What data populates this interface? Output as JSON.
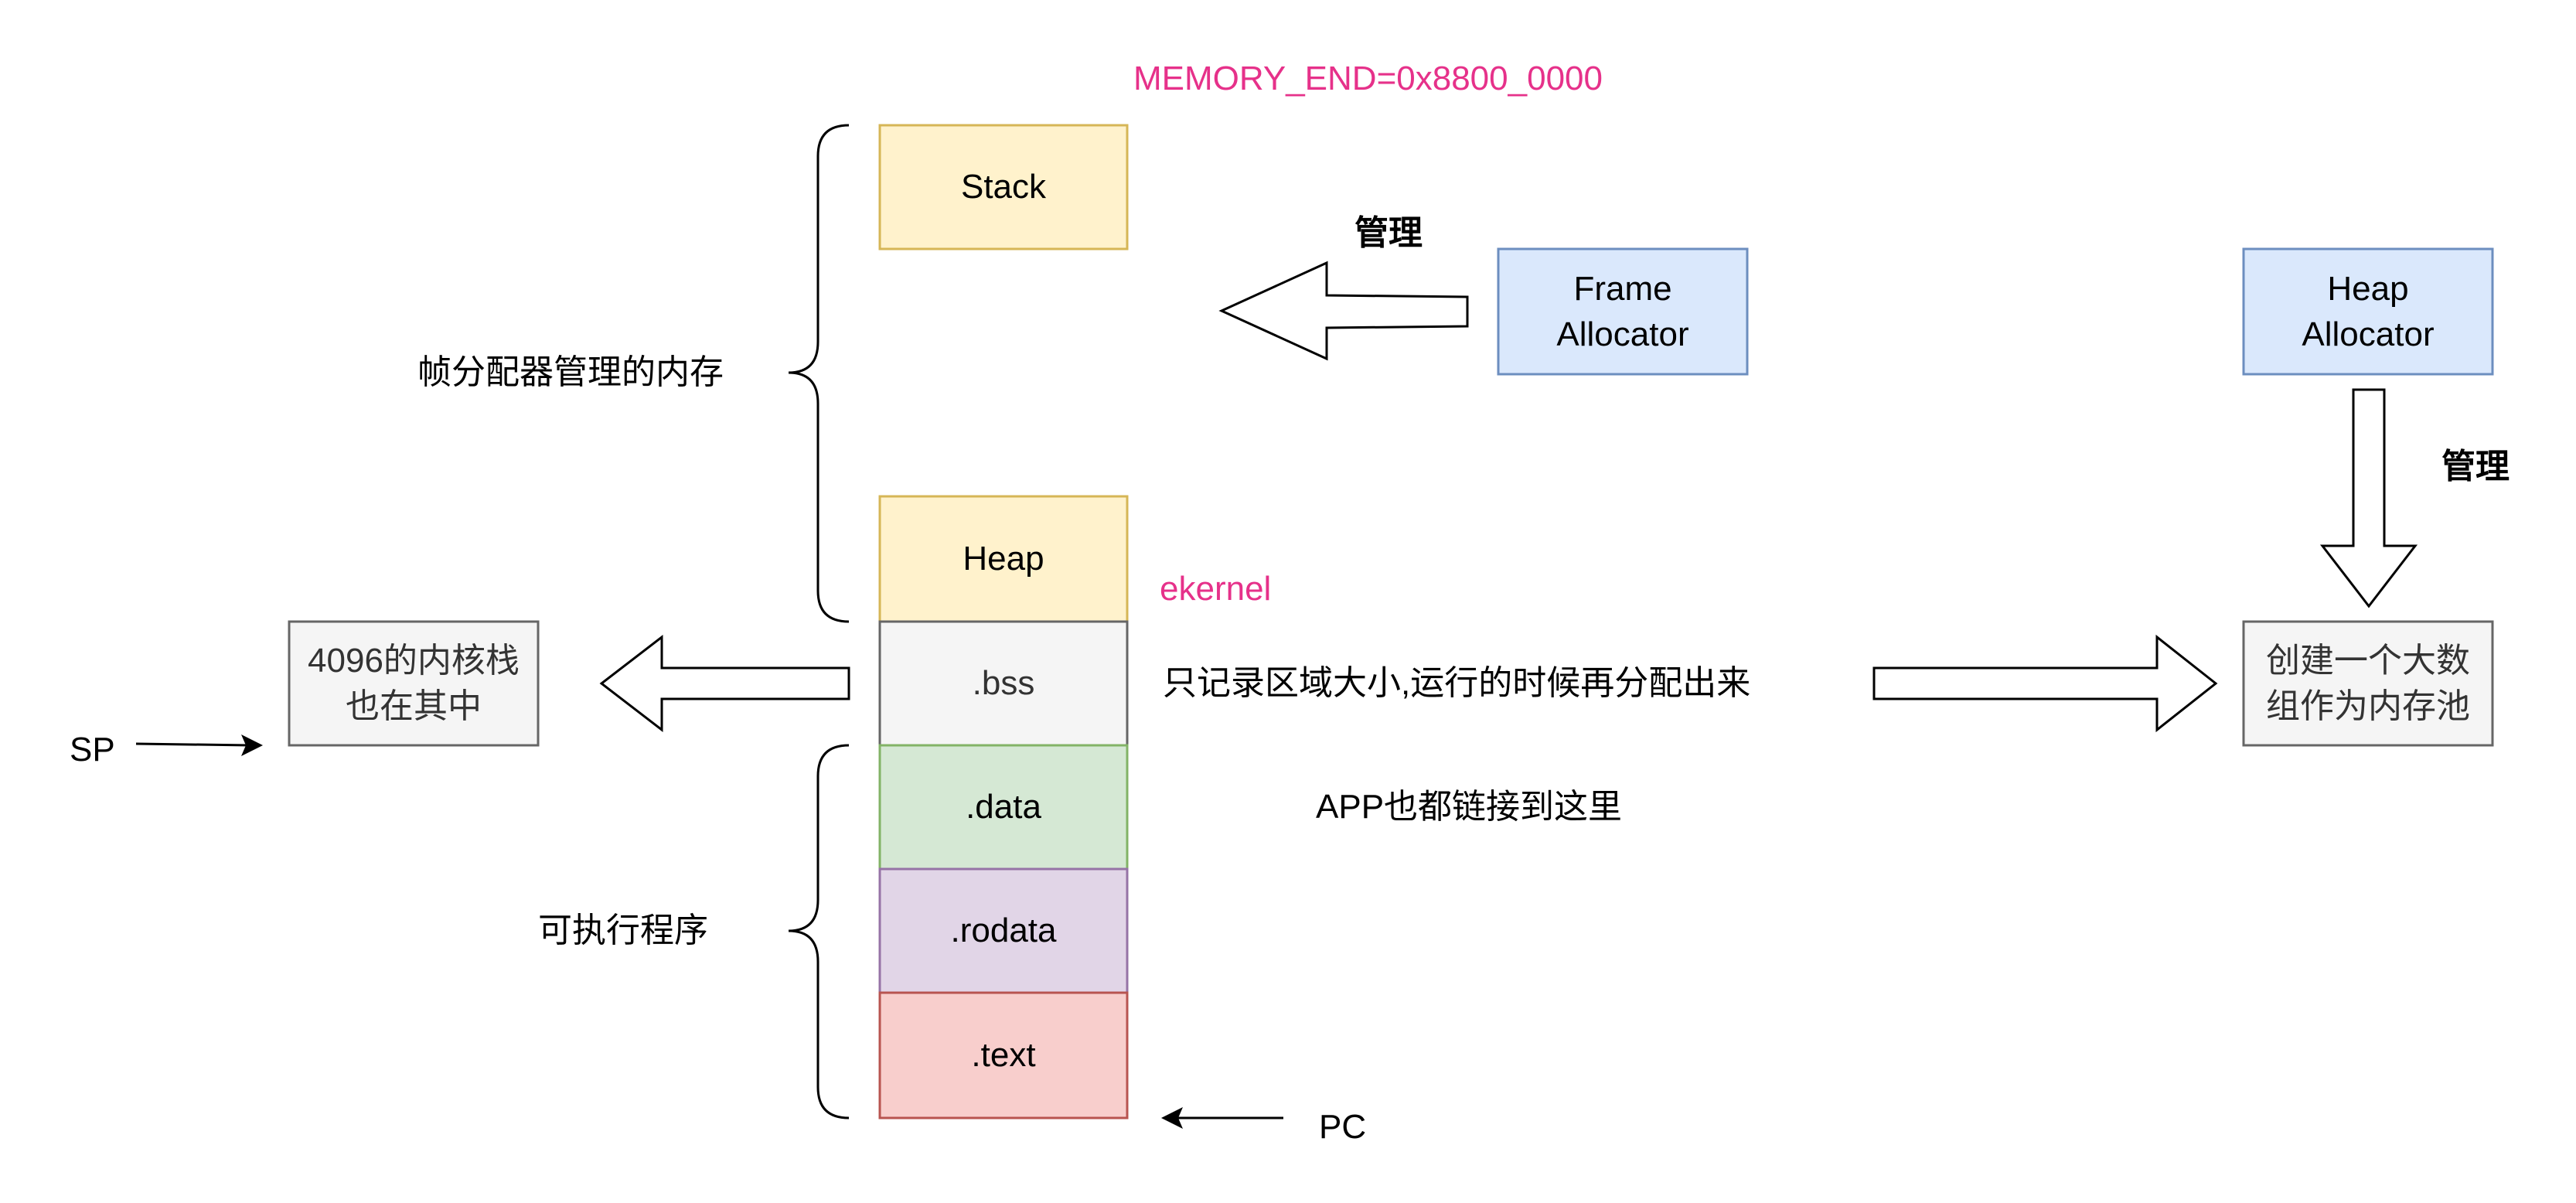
{
  "memory_end_label": "MEMORY_END=0x8800_0000",
  "segments": {
    "stack": "Stack",
    "heap": "Heap",
    "bss": ".bss",
    "data": ".data",
    "rodata": ".rodata",
    "text": ".text"
  },
  "ekernel_label": "ekernel",
  "frame_allocator": "Frame\nAllocator",
  "heap_allocator": "Heap\nAllocator",
  "manage_label_frame": "管理",
  "manage_label_heap": "管理",
  "frame_memory_label": "帧分配器管理的内存",
  "executable_label": "可执行程序",
  "kernel_stack_box": "4096的内核栈\n也在其中",
  "sp_label": "SP",
  "pc_label": "PC",
  "bss_note": "只记录区域大小,运行的时候再分配出来",
  "app_note": "APP也都链接到这里",
  "memory_pool_box": "创建一个大数\n组作为内存池",
  "colors": {
    "stack_heap_fill": "#fff2cc",
    "stack_heap_stroke": "#d6b656",
    "bss_fill": "#f5f5f5",
    "bss_stroke": "#666666",
    "data_fill": "#d5e8d4",
    "data_stroke": "#82b366",
    "rodata_fill": "#e1d5e7",
    "rodata_stroke": "#9673a6",
    "text_fill": "#f8cecc",
    "text_stroke": "#b85450",
    "allocator_fill": "#dae8fc",
    "allocator_stroke": "#6c8ebf",
    "accent_pink": "#e6318a"
  }
}
